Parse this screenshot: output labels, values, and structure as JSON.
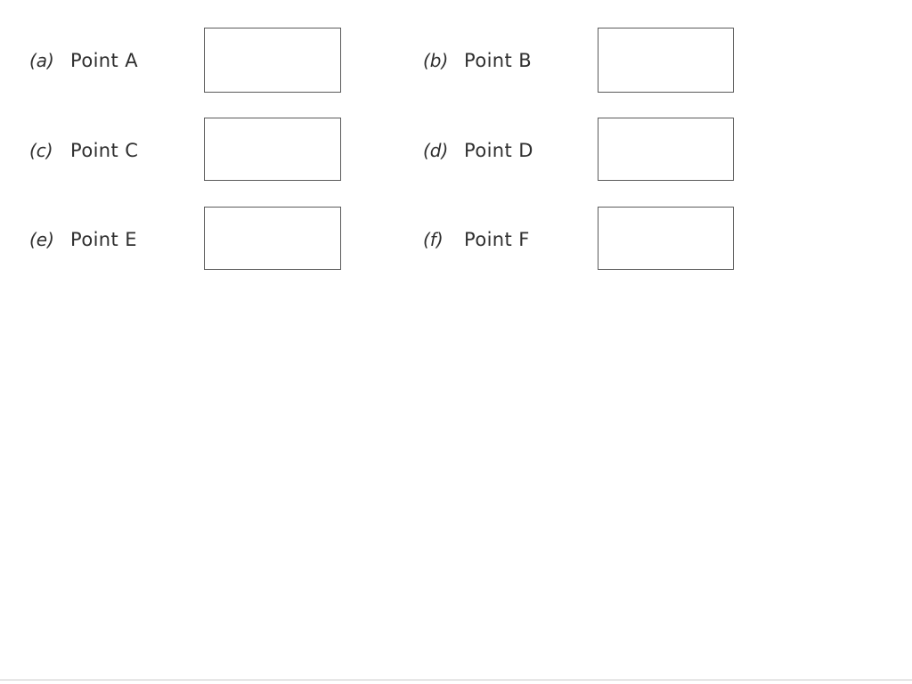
{
  "page": {
    "background_color": "#ffffff",
    "text_color": "#2f2f2f",
    "box_border_color": "#5a5a5a",
    "rule_color": "#c9c9c9"
  },
  "worksheet": {
    "questions": [
      {
        "marker": "(a)",
        "label": "Point A",
        "answer": "",
        "column": "left",
        "row": 1
      },
      {
        "marker": "(b)",
        "label": "Point B",
        "answer": "",
        "column": "right",
        "row": 1
      },
      {
        "marker": "(c)",
        "label": "Point C",
        "answer": "",
        "column": "left",
        "row": 2
      },
      {
        "marker": "(d)",
        "label": "Point D",
        "answer": "",
        "column": "right",
        "row": 2
      },
      {
        "marker": "(e)",
        "label": "Point E",
        "answer": "",
        "column": "left",
        "row": 3
      },
      {
        "marker": "(f)",
        "label": "Point F",
        "answer": "",
        "column": "right",
        "row": 3
      }
    ]
  }
}
